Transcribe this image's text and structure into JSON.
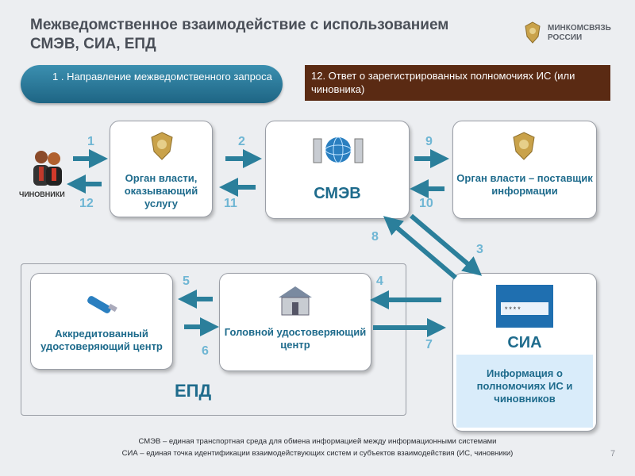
{
  "header": {
    "title": "Межведомственное взаимодействие с использованием СМЭВ, СИА, ЕПД",
    "logo_text_1": "МИНКОМСВЯЗЬ",
    "logo_text_2": "РОССИИ"
  },
  "steps": {
    "request_label": "1 . Направление межведомственного запроса",
    "answer_label": "12. Ответ о зарегистрированных полномочиях ИС (или чиновника)"
  },
  "actors": {
    "officials_label": "ЧИНОВНИКИ"
  },
  "nodes": {
    "authority_service": "Орган власти, оказывающий услугу",
    "smev": "СМЭВ",
    "authority_provider": "Орган власти – поставщик информации",
    "accredited_ca": "Аккредитованный удостоверяющий центр",
    "head_ca": "Головной удостоверяющий центр",
    "sia": "СИА",
    "sia_info": "Информация о полномочиях ИС и чиновников",
    "epd": "ЕПД"
  },
  "numbers": [
    "1",
    "12",
    "2",
    "11",
    "9",
    "10",
    "8",
    "3",
    "5",
    "6",
    "4",
    "7"
  ],
  "footer": {
    "line1": "СМЭВ – единая транспортная среда для обмена информацией между информационными системами",
    "line2": "СИА – единая точка идентификации взаимодействующих систем и субъектов взаимодействия (ИС, чиновники)",
    "page": "7"
  },
  "colors": {
    "accent": "#1e6b8c",
    "arrow": "#2b7f9b",
    "answer_bg": "#5a2a13"
  }
}
